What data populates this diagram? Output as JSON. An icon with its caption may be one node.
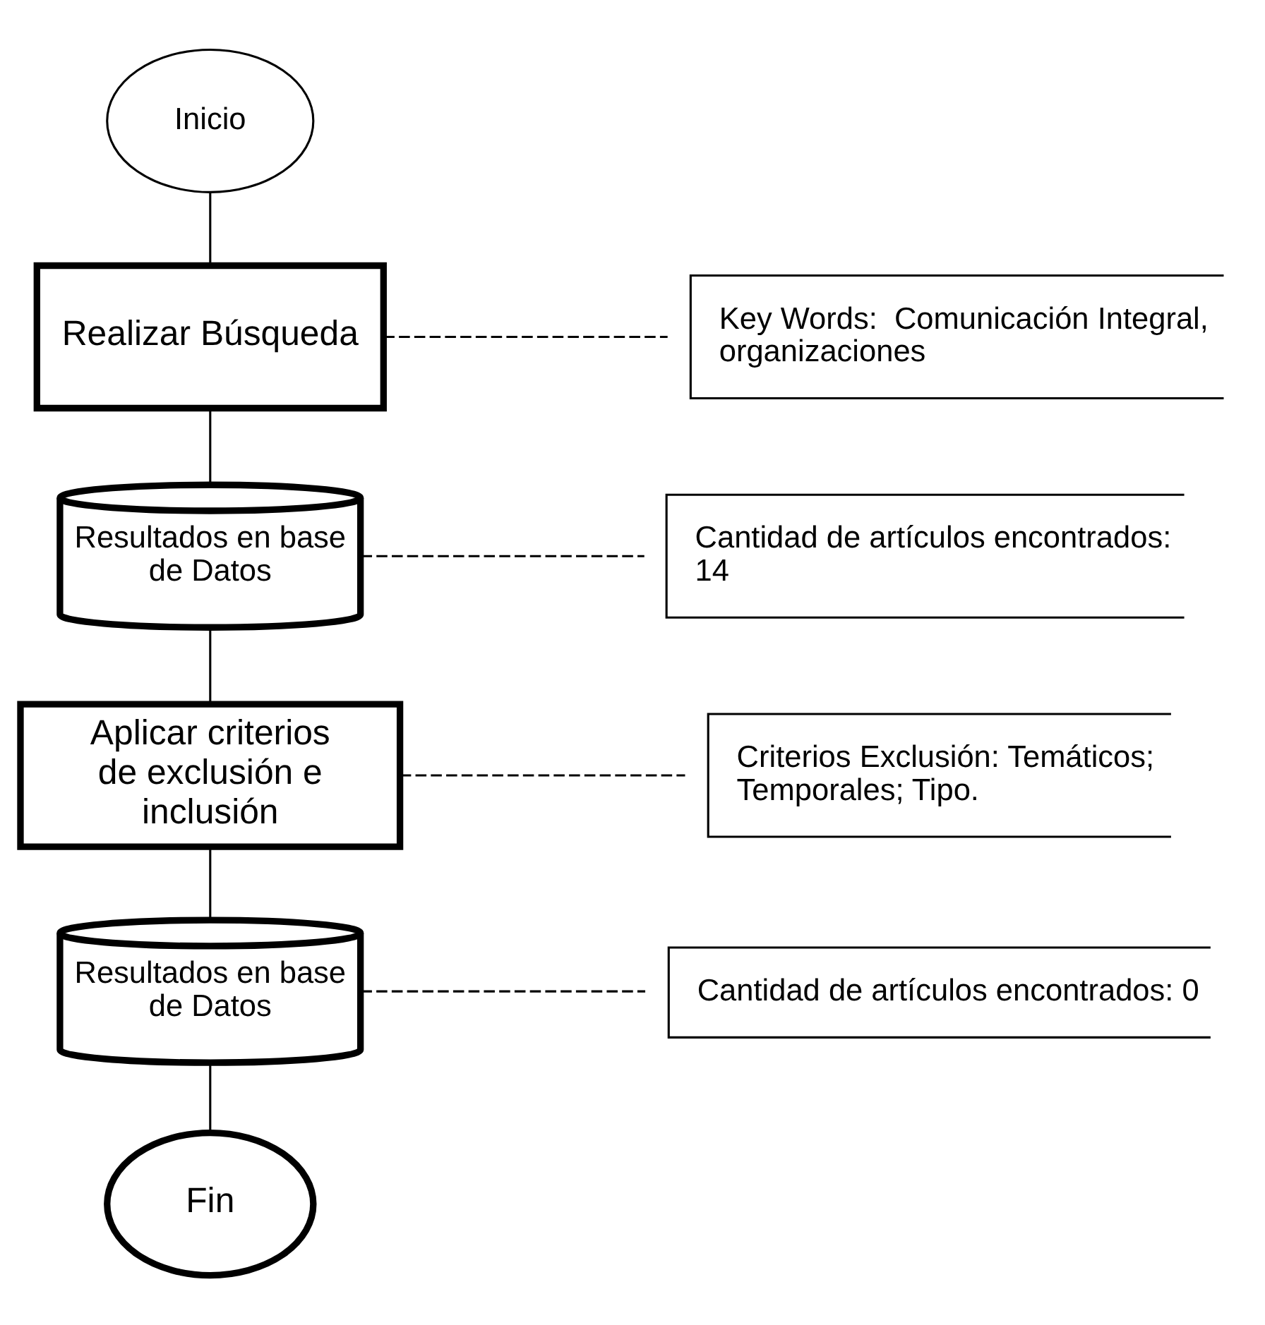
{
  "diagram": {
    "nodes": [
      {
        "text": [
          "Inicio"
        ]
      },
      {
        "text": [
          "Realizar Búsqueda"
        ]
      },
      {
        "text": [
          "Resultados en base de Datos"
        ]
      },
      {
        "text": [
          "Aplicar criterios de exclusión e inclusión"
        ]
      },
      {
        "text": [
          "Resultados en base de Datos"
        ]
      },
      {
        "text": [
          "Fin"
        ]
      },
      {
        "text": [
          "Key Words:  Comunicación Integral, organizaciones"
        ]
      },
      {
        "text": [
          "Cantidad de artículos encontrados: 14"
        ]
      },
      {
        "text": [
          "Criterios Exclusión: Temáticos; Temporales; Tipo."
        ]
      },
      {
        "text": [
          "Cantidad de artículos encontrados: 0"
        ]
      }
    ],
    "edges": [
      {
        "from": 0,
        "to": 1,
        "arrow": "none"
      },
      {
        "from": 1,
        "to": 2,
        "arrow": "none"
      },
      {
        "from": 2,
        "to": 3,
        "arrow": "none"
      },
      {
        "from": 3,
        "to": 4,
        "arrow": "none"
      },
      {
        "from": 4,
        "to": 5,
        "arrow": "none"
      },
      {
        "from": 1,
        "to": 6,
        "arrow": "none",
        "style": "dashed"
      },
      {
        "from": 2,
        "to": 7,
        "arrow": "none",
        "style": "dashed"
      },
      {
        "from": 3,
        "to": 8,
        "arrow": "none",
        "style": "dashed"
      },
      {
        "from": 4,
        "to": 9,
        "arrow": "none",
        "style": "dashed"
      }
    ]
  }
}
